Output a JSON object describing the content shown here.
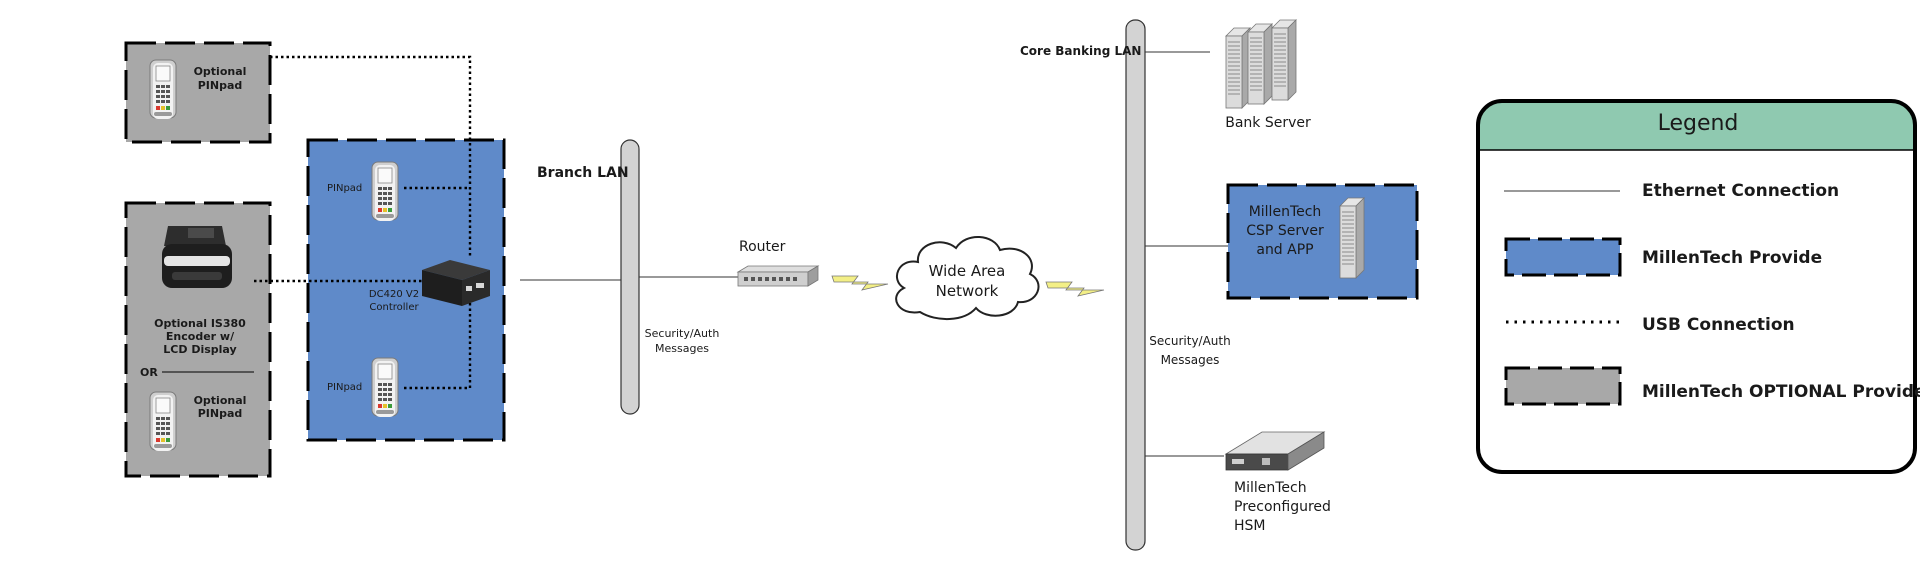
{
  "colors": {
    "provide": "#5f8ac9",
    "optional": "#a8a8a8",
    "legend_header": "#8fc9b0",
    "lan_bar": "#d3d3d3"
  },
  "nodes": {
    "optional_pinpad_top": [
      "Optional",
      "PINpad"
    ],
    "pinpad_upper": "PINpad",
    "pinpad_lower": "PINpad",
    "controller": [
      "DC420 V2",
      "Controller"
    ],
    "encoder": [
      "Optional IS380",
      "Encoder w/",
      "LCD Display"
    ],
    "or_text": "OR",
    "optional_pinpad_bottom": [
      "Optional",
      "PINpad"
    ],
    "branch_lan": "Branch LAN",
    "branch_messages": [
      "Security/Auth",
      "Messages"
    ],
    "router": "Router",
    "wan": [
      "Wide Area",
      "Network"
    ],
    "core_lan": "Core Banking LAN",
    "core_messages": [
      "Security/Auth",
      "Messages"
    ],
    "bank_server": "Bank Server",
    "csp_server": [
      "MillenTech",
      "CSP Server",
      "and APP"
    ],
    "hsm": [
      "MillenTech",
      "Preconfigured",
      "HSM"
    ]
  },
  "legend": {
    "title": "Legend",
    "items": [
      {
        "label": "Ethernet Connection"
      },
      {
        "label": "MillenTech Provide"
      },
      {
        "label": "USB Connection"
      },
      {
        "label": "MillenTech OPTIONAL Provide"
      }
    ]
  }
}
